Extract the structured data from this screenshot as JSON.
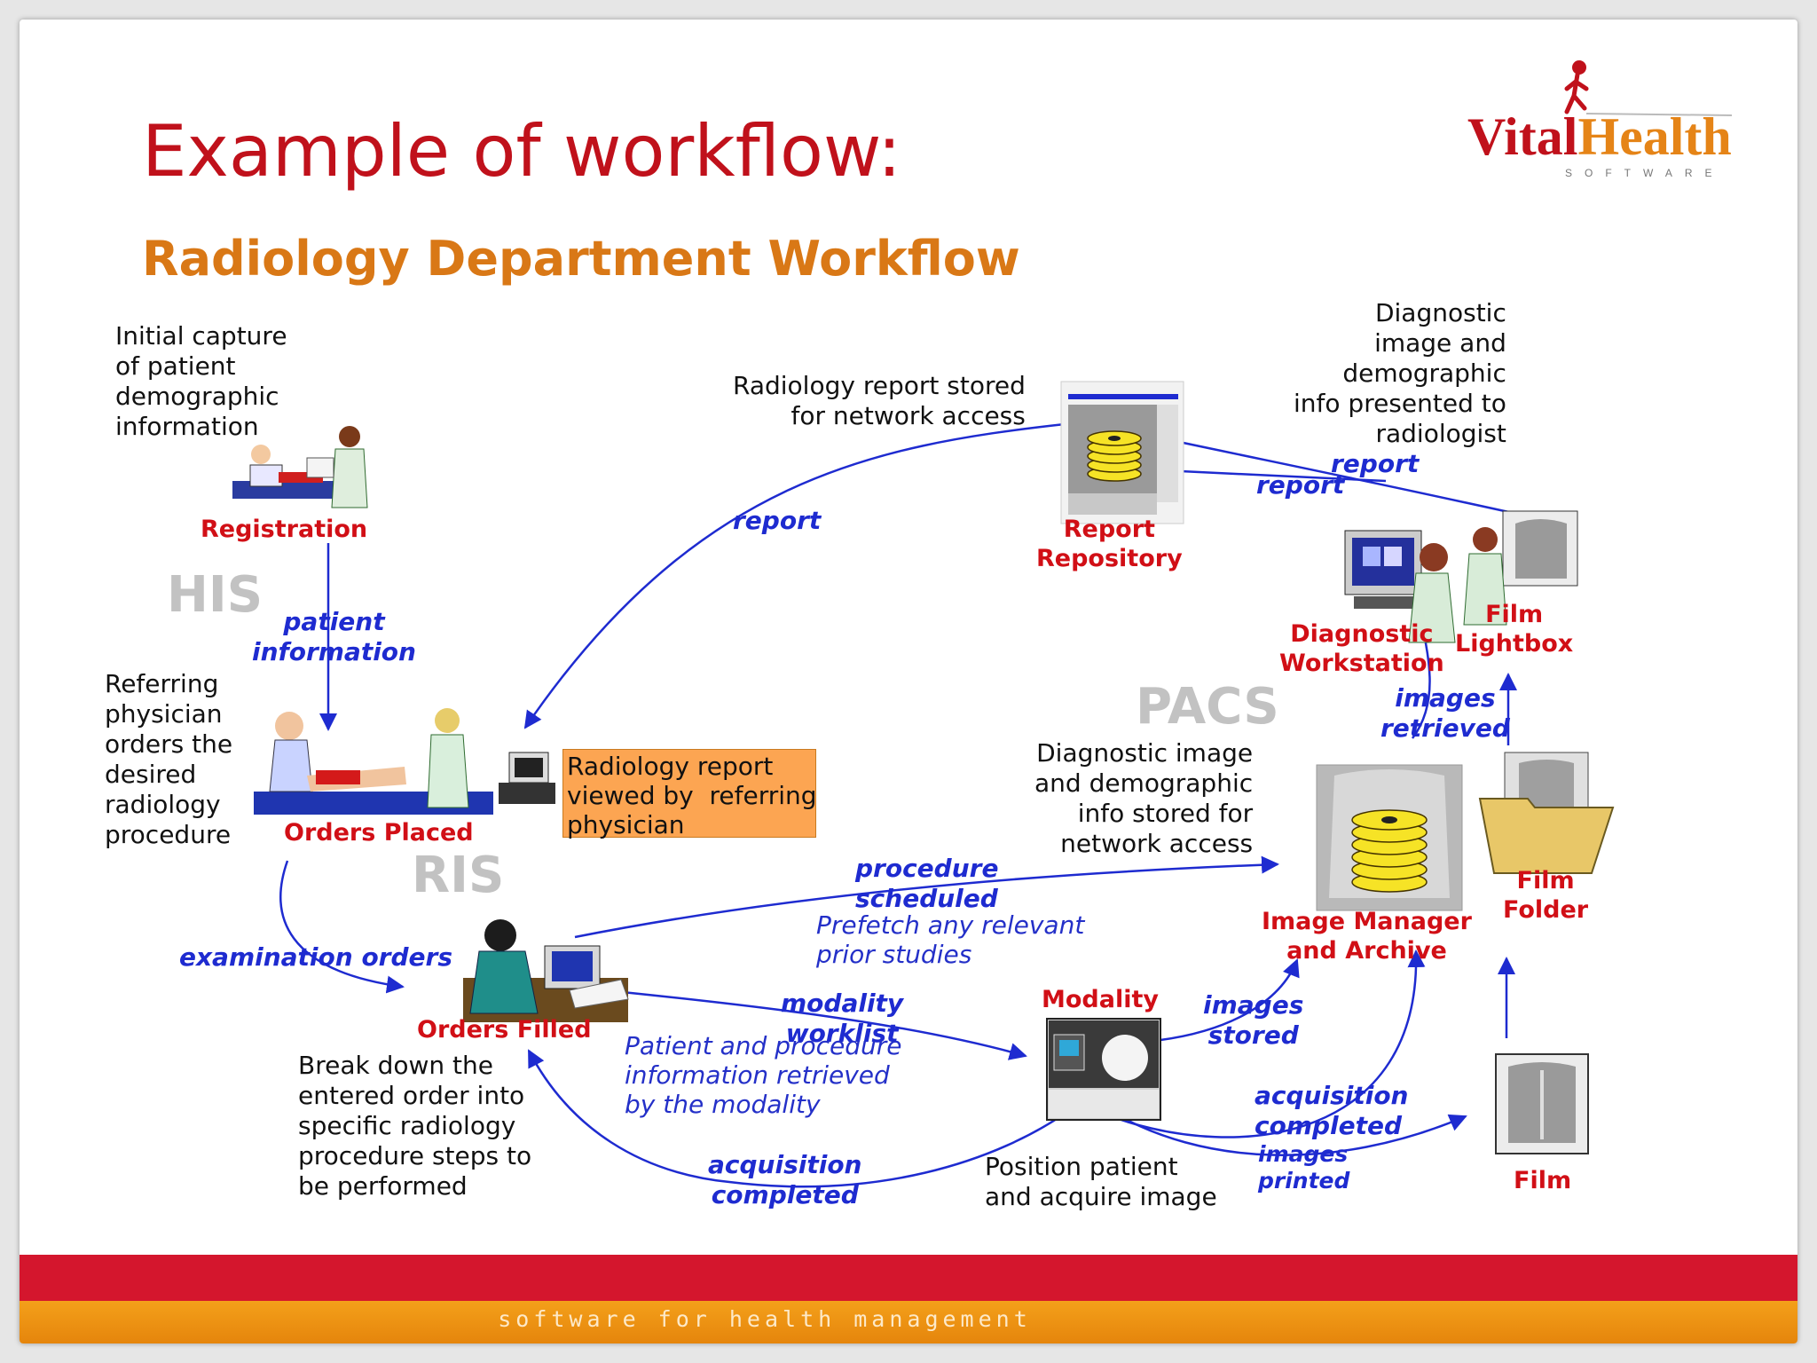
{
  "slide": {
    "title": "Example of workflow:",
    "subtitle": "Radiology Department Workflow"
  },
  "logo": {
    "name_part1": "Vital",
    "name_part2": "Health",
    "tagline": "SOFTWARE"
  },
  "systems": {
    "his": "HIS",
    "ris": "RIS",
    "pacs": "PACS"
  },
  "nodes": {
    "registration": "Registration",
    "orders_placed": "Orders Placed",
    "orders_filled": "Orders Filled",
    "report_repository": "Report\nRepository",
    "diagnostic_workstation": "Diagnostic\nWorkstation",
    "film_lightbox": "Film\nLightbox",
    "image_manager": "Image Manager\nand Archive",
    "film_folder": "Film\nFolder",
    "modality": "Modality",
    "film": "Film"
  },
  "descriptions": {
    "initial_capture": "Initial capture\nof patient\ndemographic\ninformation",
    "referring": "Referring\nphysician\norders the\ndesired\nradiology\nprocedure",
    "break_down": "Break down the\nentered order into\nspecific radiology\nprocedure steps to\nbe performed",
    "report_stored": "Radiology report stored\nfor network access",
    "diag_presented": "Diagnostic\nimage and\ndemographic\ninfo presented to\nradiologist",
    "diag_stored": "Diagnostic image\nand demographic\ninfo stored for\nnetwork access",
    "position_patient": "Position patient\nand acquire image"
  },
  "callout": "Radiology report\nviewed by  referring\nphysician",
  "flows": {
    "patient_information": "patient\ninformation",
    "report_left": "report",
    "report_top": "report",
    "report_mid": "report",
    "examination_orders": "examination orders",
    "procedure_scheduled": "procedure\nscheduled",
    "modality_worklist": "modality\nworklist",
    "acquisition_completed_left": "acquisition\ncompleted",
    "images_stored": "images\nstored",
    "images_retrieved": "images\nretrieved",
    "acquisition_completed_right": "acquisition\ncompleted",
    "images_printed": "images\nprinted"
  },
  "notes": {
    "prefetch": "Prefetch any relevant\nprior studies",
    "patient_procedure": "Patient and procedure\ninformation retrieved\nby the modality"
  },
  "footer": "software for health management",
  "colors": {
    "title": "#c0111b",
    "subtitle": "#d97816",
    "arrows": "#1e2bd0",
    "node_labels": "#d10f16",
    "footer_red": "#d4162d",
    "footer_orange": "#f4a01a"
  }
}
